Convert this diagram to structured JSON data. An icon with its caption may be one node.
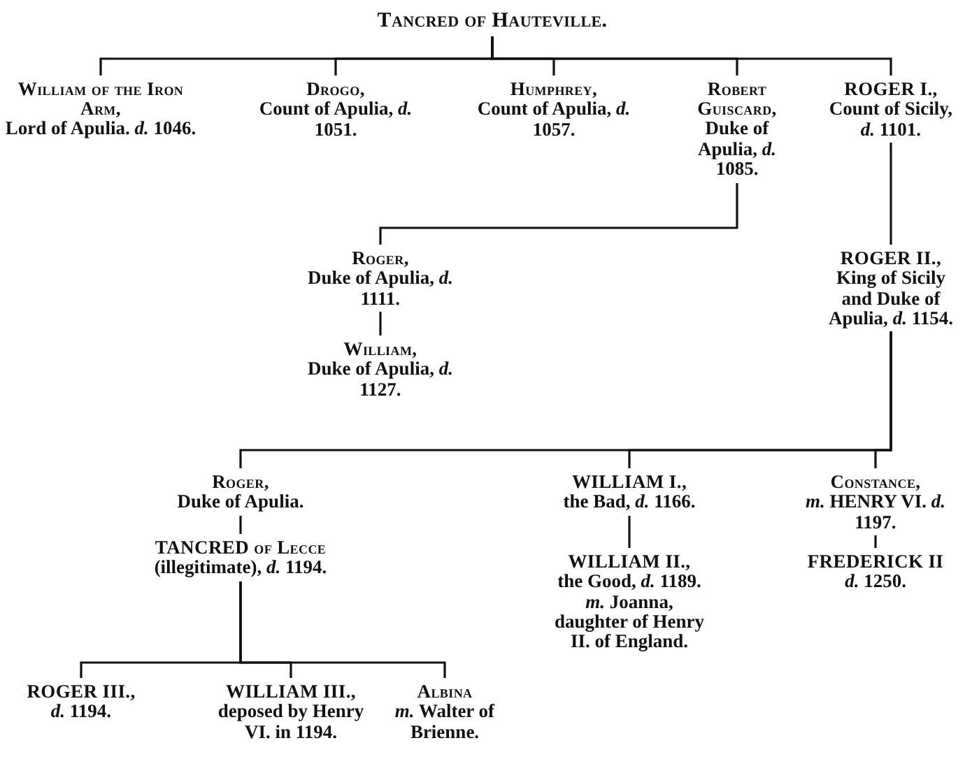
{
  "diagram": {
    "nodes": [
      {
        "text": [
          "Tancred of Hauteville."
        ]
      },
      {
        "text": [
          "William of the Iron Arm,",
          "Lord of Apulia. *d.* 1046."
        ]
      },
      {
        "text": [
          "Drogo,",
          "Count of Apulia, *d.* 1051."
        ]
      },
      {
        "text": [
          "Humphrey,",
          "Count of Apulia, *d.* 1057."
        ]
      },
      {
        "text": [
          "Robert Guiscard,",
          "Duke of Apulia, *d.* 1085."
        ]
      },
      {
        "text": [
          "ROGER I.,",
          "Count of Sicily, *d.* 1101."
        ]
      },
      {
        "text": [
          "Roger,",
          "Duke of Apulia, *d.* 1111."
        ]
      },
      {
        "text": [
          "William,",
          "Duke of Apulia, *d.* 1127."
        ]
      },
      {
        "text": [
          "ROGER II.,",
          "King of Sicily and Duke of Apulia, *d.* 1154."
        ]
      },
      {
        "text": [
          "Roger,",
          "Duke of Apulia."
        ]
      },
      {
        "text": [
          "TANCRED of Lecce",
          "(illegitimate), *d.* 1194."
        ]
      },
      {
        "text": [
          "WILLIAM I.,",
          "the Bad, *d.* 1166."
        ]
      },
      {
        "text": [
          "WILLIAM II.,",
          "the Good, *d.* 1189. *m.* Joanna, daughter of Henry II. of England."
        ]
      },
      {
        "text": [
          "Constance,",
          "*m.* HENRY VI. *d.* 1197."
        ]
      },
      {
        "text": [
          "FREDERICK II",
          "*d.* 1250."
        ]
      },
      {
        "text": [
          "ROGER III.,",
          "*d.* 1194."
        ]
      },
      {
        "text": [
          "WILLIAM III.,",
          "deposed by Henry VI. in 1194."
        ]
      },
      {
        "text": [
          "Albina",
          "*m.* Walter of Brienne."
        ]
      }
    ],
    "edges": [
      {
        "from": 0,
        "to": 1,
        "arrow": "none"
      },
      {
        "from": 0,
        "to": 2,
        "arrow": "none"
      },
      {
        "from": 0,
        "to": 3,
        "arrow": "none"
      },
      {
        "from": 0,
        "to": 4,
        "arrow": "none"
      },
      {
        "from": 0,
        "to": 5,
        "arrow": "none"
      },
      {
        "from": 4,
        "to": 6,
        "arrow": "none"
      },
      {
        "from": 6,
        "to": 7,
        "arrow": "none"
      },
      {
        "from": 5,
        "to": 8,
        "arrow": "none"
      },
      {
        "from": 8,
        "to": 9,
        "arrow": "none"
      },
      {
        "from": 8,
        "to": 11,
        "arrow": "none"
      },
      {
        "from": 8,
        "to": 13,
        "arrow": "none"
      },
      {
        "from": 9,
        "to": 10,
        "arrow": "none"
      },
      {
        "from": 11,
        "to": 12,
        "arrow": "none"
      },
      {
        "from": 13,
        "to": 14,
        "arrow": "none"
      },
      {
        "from": 10,
        "to": 15,
        "arrow": "none"
      },
      {
        "from": 10,
        "to": 16,
        "arrow": "none"
      },
      {
        "from": 10,
        "to": 17,
        "arrow": "none"
      }
    ]
  }
}
